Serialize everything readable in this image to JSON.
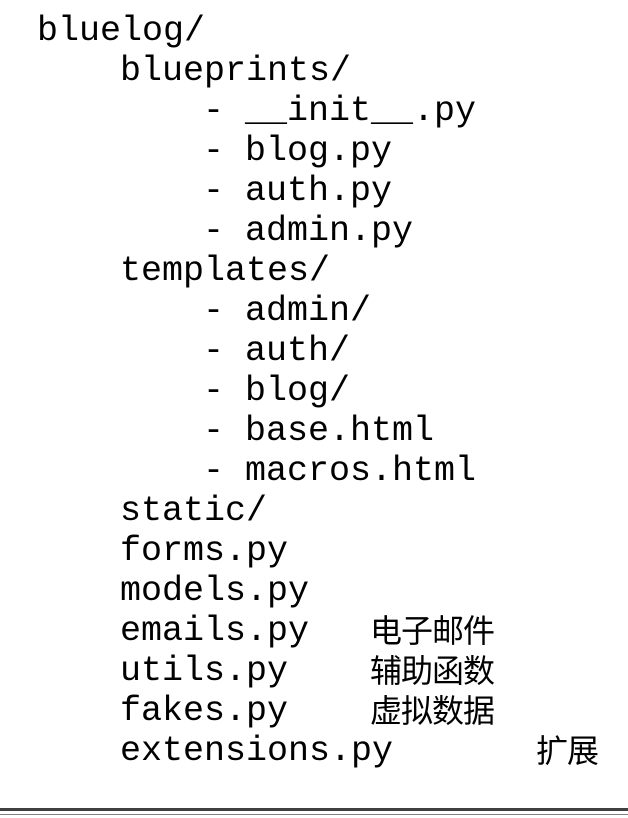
{
  "tree": {
    "root": "bluelog/",
    "blueprints": {
      "dir": "blueprints/",
      "files": [
        "- __init__.py",
        "- blog.py",
        "- auth.py",
        "- admin.py"
      ]
    },
    "templates": {
      "dir": "templates/",
      "files": [
        "- admin/",
        "- auth/",
        "- blog/",
        "- base.html",
        "- macros.html"
      ]
    },
    "static": "static/",
    "forms": "forms.py",
    "models": "models.py",
    "emails": {
      "file": "emails.py",
      "note": "电子邮件"
    },
    "utils": {
      "file": "utils.py",
      "note": "辅助函数"
    },
    "fakes": {
      "file": "fakes.py",
      "note": "虚拟数据"
    },
    "extensions": {
      "file": "extensions.py",
      "note": "扩展"
    }
  }
}
